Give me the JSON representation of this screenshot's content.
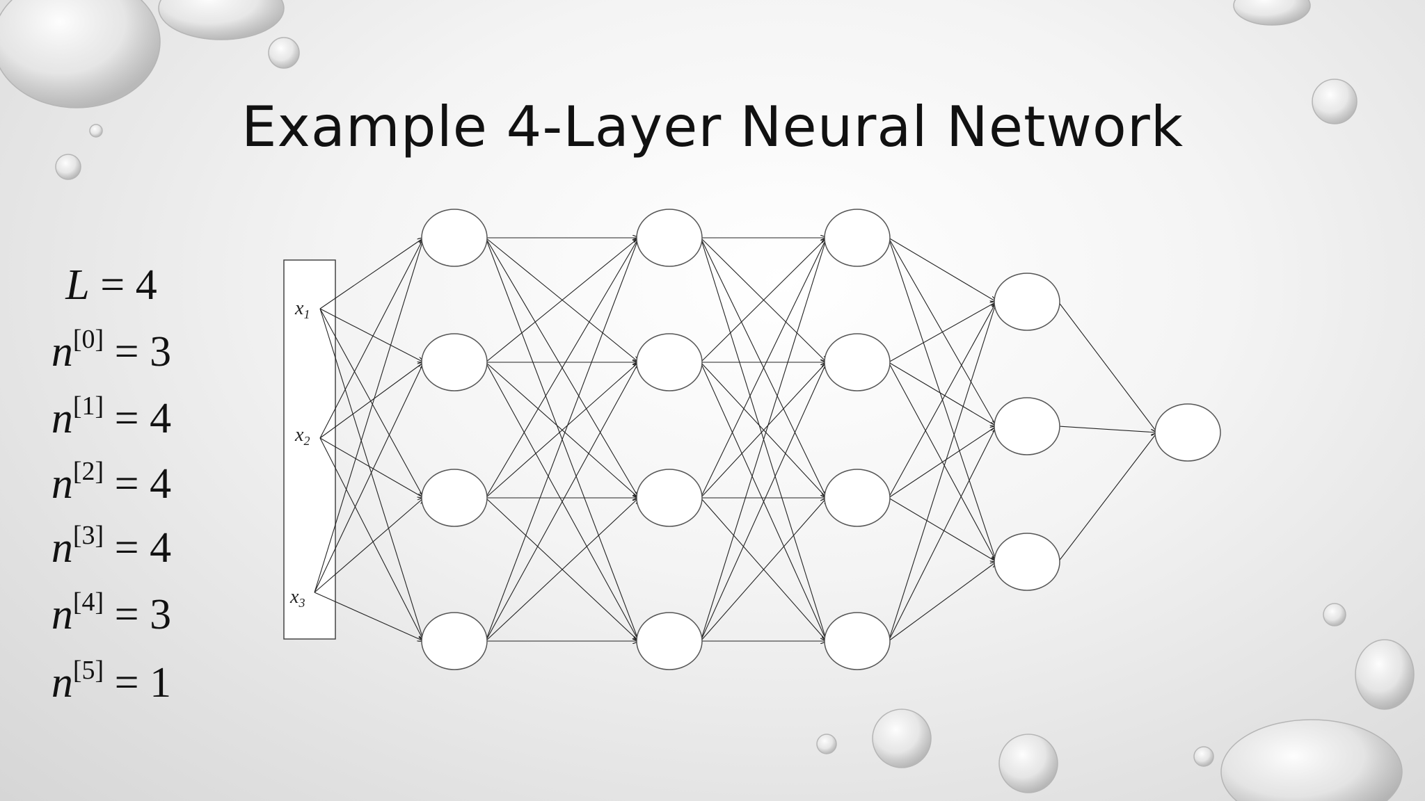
{
  "slide": {
    "title": "Example 4-Layer Neural Network"
  },
  "equations": [
    {
      "lhs": "L",
      "sup": "",
      "rhs": "= 4"
    },
    {
      "lhs": "n",
      "sup": "[0]",
      "rhs": "= 3"
    },
    {
      "lhs": "n",
      "sup": "[1]",
      "rhs": "= 4"
    },
    {
      "lhs": "n",
      "sup": "[2]",
      "rhs": "= 4"
    },
    {
      "lhs": "n",
      "sup": "[3]",
      "rhs": "= 4"
    },
    {
      "lhs": "n",
      "sup": "[4]",
      "rhs": "= 3"
    },
    {
      "lhs": "n",
      "sup": "[5]",
      "rhs": "= 1"
    }
  ],
  "network": {
    "inputs": [
      {
        "var": "x",
        "sub": "1"
      },
      {
        "var": "x",
        "sub": "2"
      },
      {
        "var": "x",
        "sub": "3"
      }
    ],
    "layer_sizes": [
      4,
      4,
      4,
      3,
      1
    ],
    "connectivity": "fully-connected"
  }
}
